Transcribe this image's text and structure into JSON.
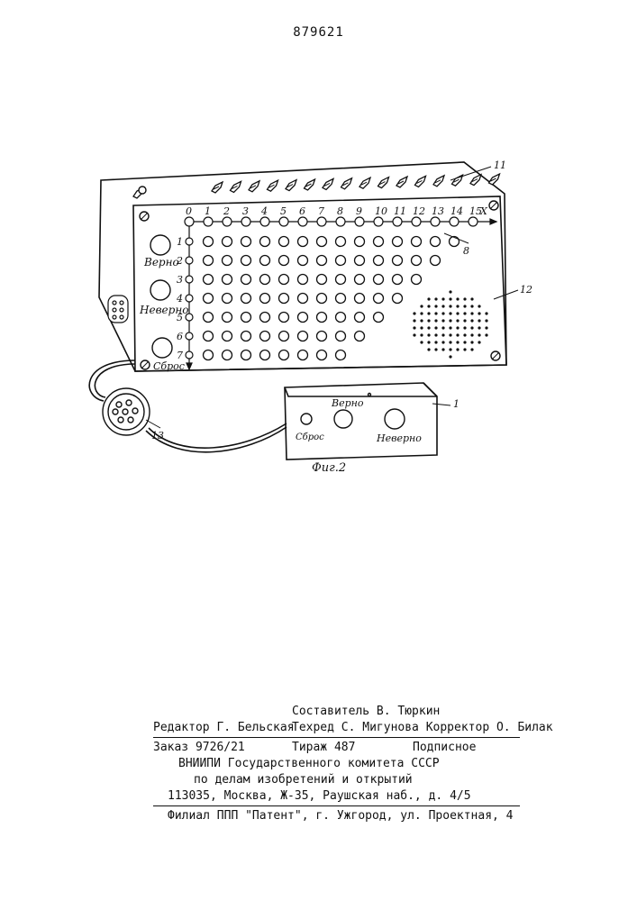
{
  "page": {
    "patent_number": "879621"
  },
  "figure": {
    "caption": "Фиг.2",
    "column_numbers": [
      "0",
      "1",
      "2",
      "3",
      "4",
      "5",
      "6",
      "7",
      "8",
      "9",
      "10",
      "11",
      "12",
      "13",
      "14",
      "15"
    ],
    "column_axis_letter": "Х",
    "row_numbers": [
      "1",
      "2",
      "3",
      "4",
      "5",
      "6",
      "7"
    ],
    "panel_labels": {
      "correct": "Верно",
      "incorrect": "Неверно",
      "reset": "Сброс"
    },
    "remote_labels": {
      "correct": "Верно",
      "incorrect": "Неверно",
      "reset": "Сброс"
    },
    "reference_numerals": {
      "switches": "11",
      "indicator": "8",
      "speaker": "12",
      "remote": "1",
      "connector": "13"
    }
  },
  "colophon": {
    "compiler": "Составитель В. Тюркин",
    "editor": "Редактор Г. Бельская",
    "techred_corrector": "Техред С. Мигунова Корректор О. Билак",
    "order": "Заказ 9726/21",
    "circulation": "Тираж 487",
    "subscription": "Подписное",
    "org_line1": "ВНИИПИ Государственного комитета СССР",
    "org_line2": "по делам изобретений и открытий",
    "address": "113035, Москва, Ж-35, Раушская наб., д. 4/5",
    "branch": "Филиал ППП \"Патент\", г. Ужгород, ул. Проектная, 4"
  }
}
